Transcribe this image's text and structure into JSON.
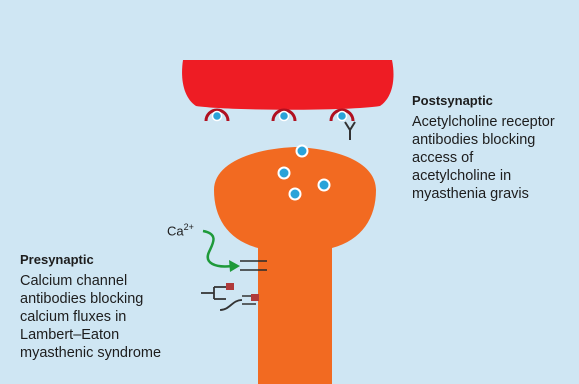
{
  "postsynaptic": {
    "title": "Postsynaptic",
    "lines": [
      "Acetylcholine receptor",
      "antibodies blocking",
      "access of",
      "acetylcholine in",
      "myasthenia gravis"
    ]
  },
  "presynaptic": {
    "title": "Presynaptic",
    "lines": [
      "Calcium channel",
      "antibodies blocking",
      "calcium fluxes in",
      "Lambert–Eaton",
      "myasthenic syndrome"
    ]
  },
  "calcium": {
    "symbol": "Ca",
    "charge": "2+"
  },
  "colors": {
    "background": "#cfe6f3",
    "muscle": "#ee1c24",
    "terminal": "#f26a21",
    "vesicle_fill": "#2aa3d9",
    "arrow": "#1e9a3a",
    "text": "#1d1d1d"
  }
}
